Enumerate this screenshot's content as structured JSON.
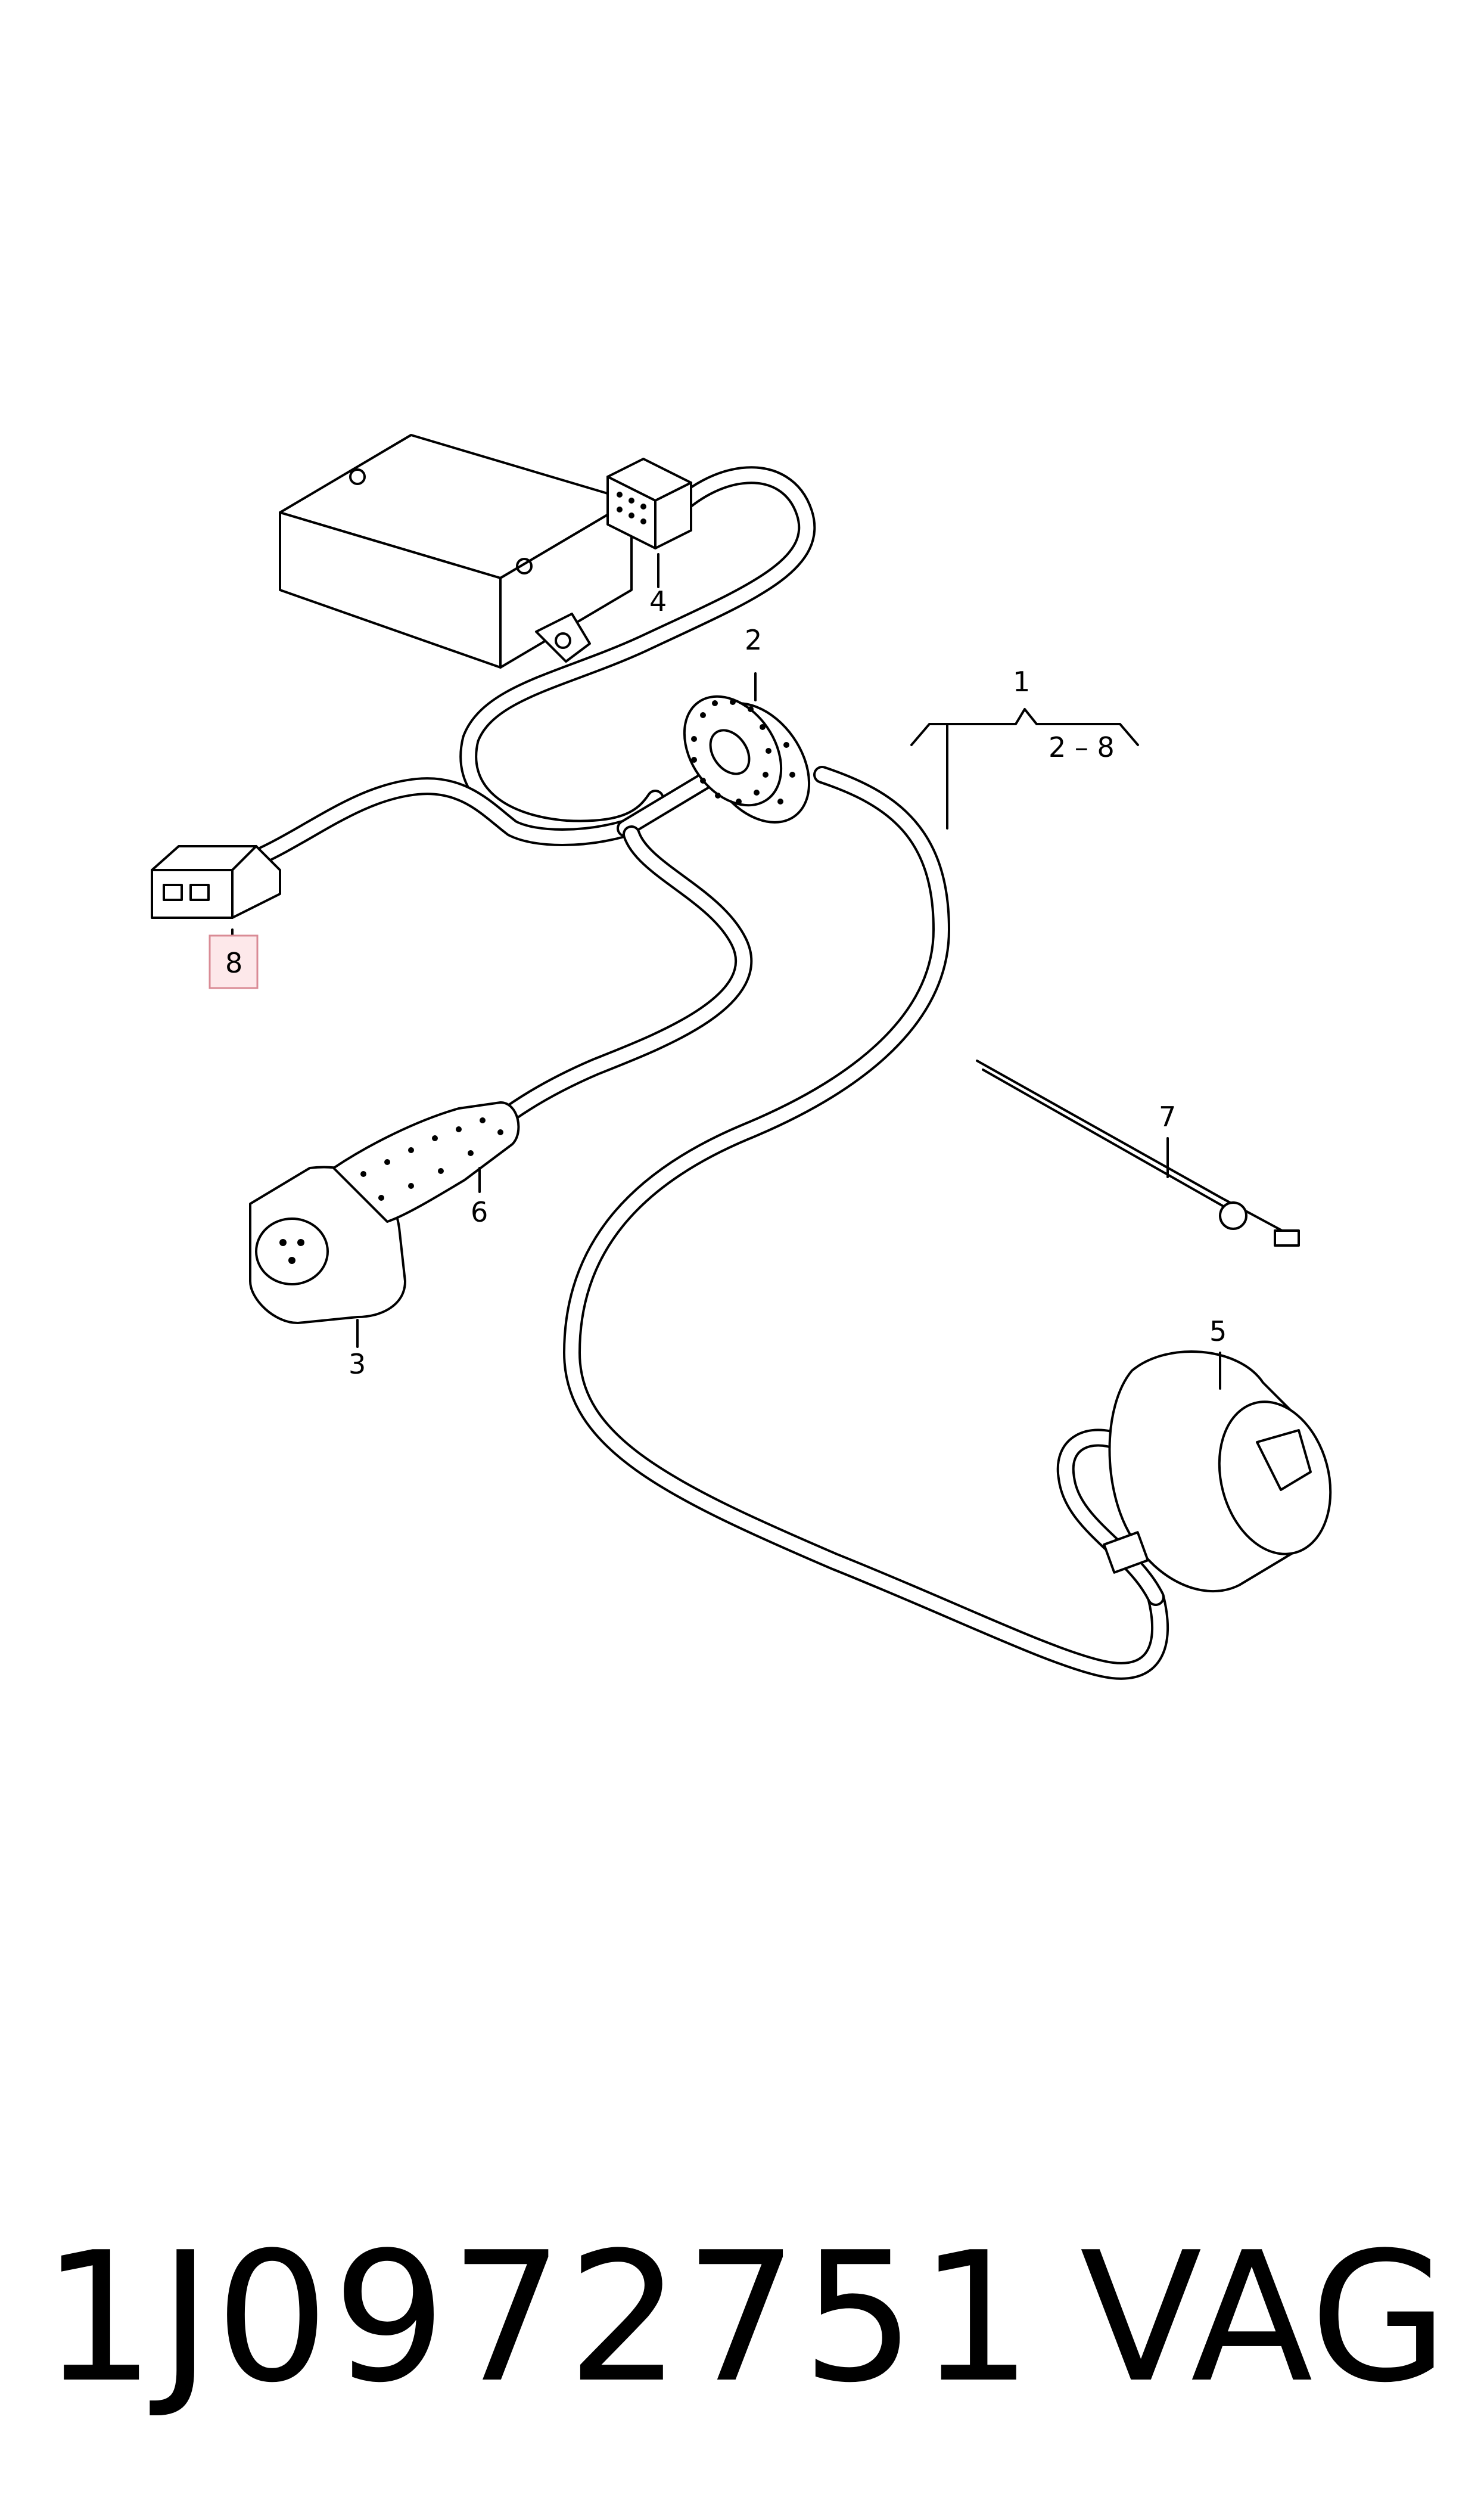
{
  "diagram": {
    "callouts": {
      "c1": "1",
      "c2": "2",
      "c2_8": "2 – 8",
      "c3": "3",
      "c4": "4",
      "c5": "5",
      "c6": "6",
      "c7": "7",
      "c8": "8"
    },
    "highlighted_callout": "8"
  },
  "footer": {
    "part_number": "1J0972751",
    "brand": "VAG"
  }
}
